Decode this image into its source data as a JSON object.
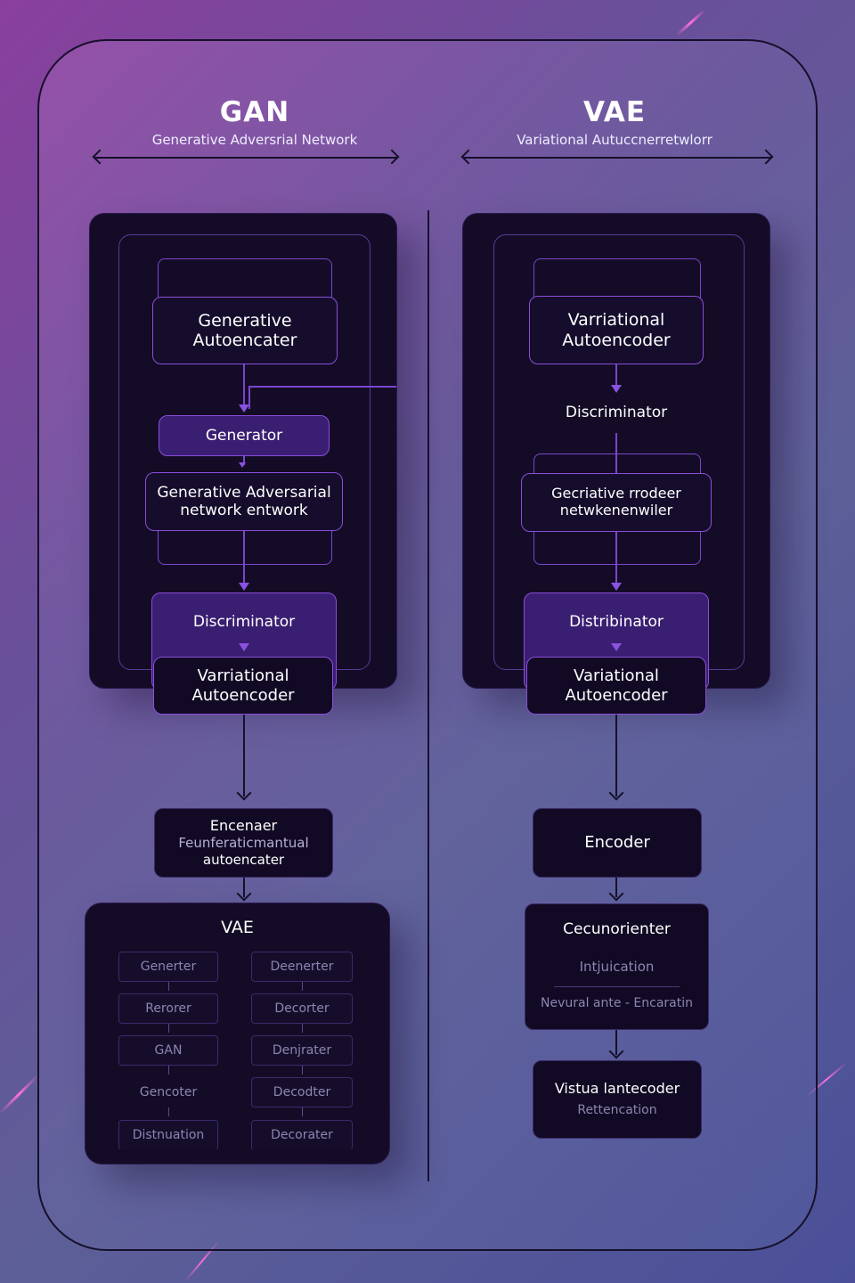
{
  "colors": {
    "accent": "#8a4ed8",
    "panel": "#140c26",
    "frame_border": "#16102a"
  },
  "gan": {
    "title": "GAN",
    "subtitle": "Generative Adversrial Network",
    "box1": {
      "line1": "Generative",
      "line2": "Autoencater"
    },
    "generator": "Generator",
    "box3": {
      "line1": "Generative Adversarial",
      "line2": "network entwork"
    },
    "discriminator": "Discriminator",
    "vae_box": {
      "line1": "Varriational",
      "line2": "Autoencoder"
    },
    "encoder": {
      "line1": "Encenaer",
      "line2": "Feunferaticmantual",
      "line3": "autoencater"
    },
    "vae_panel": {
      "title": "VAE",
      "left": [
        "Generter",
        "Rerorer",
        "GAN",
        "Gencoter",
        "Distnuation"
      ],
      "right": [
        "Deenerter",
        "Decorter",
        "Denjrater",
        "Decodter",
        "Decorater"
      ]
    }
  },
  "vae": {
    "title": "VAE",
    "subtitle": "Variational Autuccnerretwlorr",
    "box1": {
      "line1": "Varriational",
      "line2": "Autoencoder"
    },
    "discriminator_label": "Discriminator",
    "box3": {
      "line1": "Gecriative rrodeer",
      "line2": "netwkenenwiler"
    },
    "discriminator": "Distribinator",
    "vae_box": {
      "line1": "Variational",
      "line2": "Autoencoder"
    },
    "encoder": "Encoder",
    "cecun": {
      "title": "Cecunorienter",
      "sub": "Intjuication",
      "footer": "Nevural ante - Encaratin"
    },
    "vistua": {
      "title": "Vistua lantecoder",
      "sub": "Rettencation"
    }
  }
}
